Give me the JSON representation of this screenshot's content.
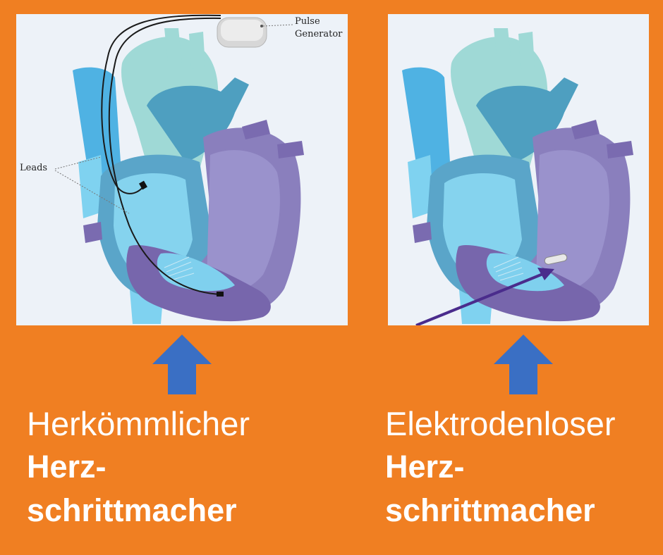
{
  "left_panel": {
    "label_pulse_line1": "Pulse",
    "label_pulse_line2": "Generator",
    "label_leads": "Leads",
    "caption_line1": "Herkömmlicher",
    "caption_line2": "Herz-",
    "caption_line3": "schrittmacher"
  },
  "right_panel": {
    "caption_line1": "Elektrodenloser",
    "caption_line2": "Herz-",
    "caption_line3": "schrittmacher"
  },
  "colors": {
    "background": "#f07f22",
    "arrow": "#3a6fc4",
    "pointer_arrow": "#4a2c8c",
    "caption_text": "#ffffff"
  },
  "icons": {
    "up_arrow": "arrow-up-icon",
    "heart": "heart-illustration",
    "pacemaker": "pulse-generator-device",
    "leadless": "leadless-pacemaker-capsule"
  }
}
